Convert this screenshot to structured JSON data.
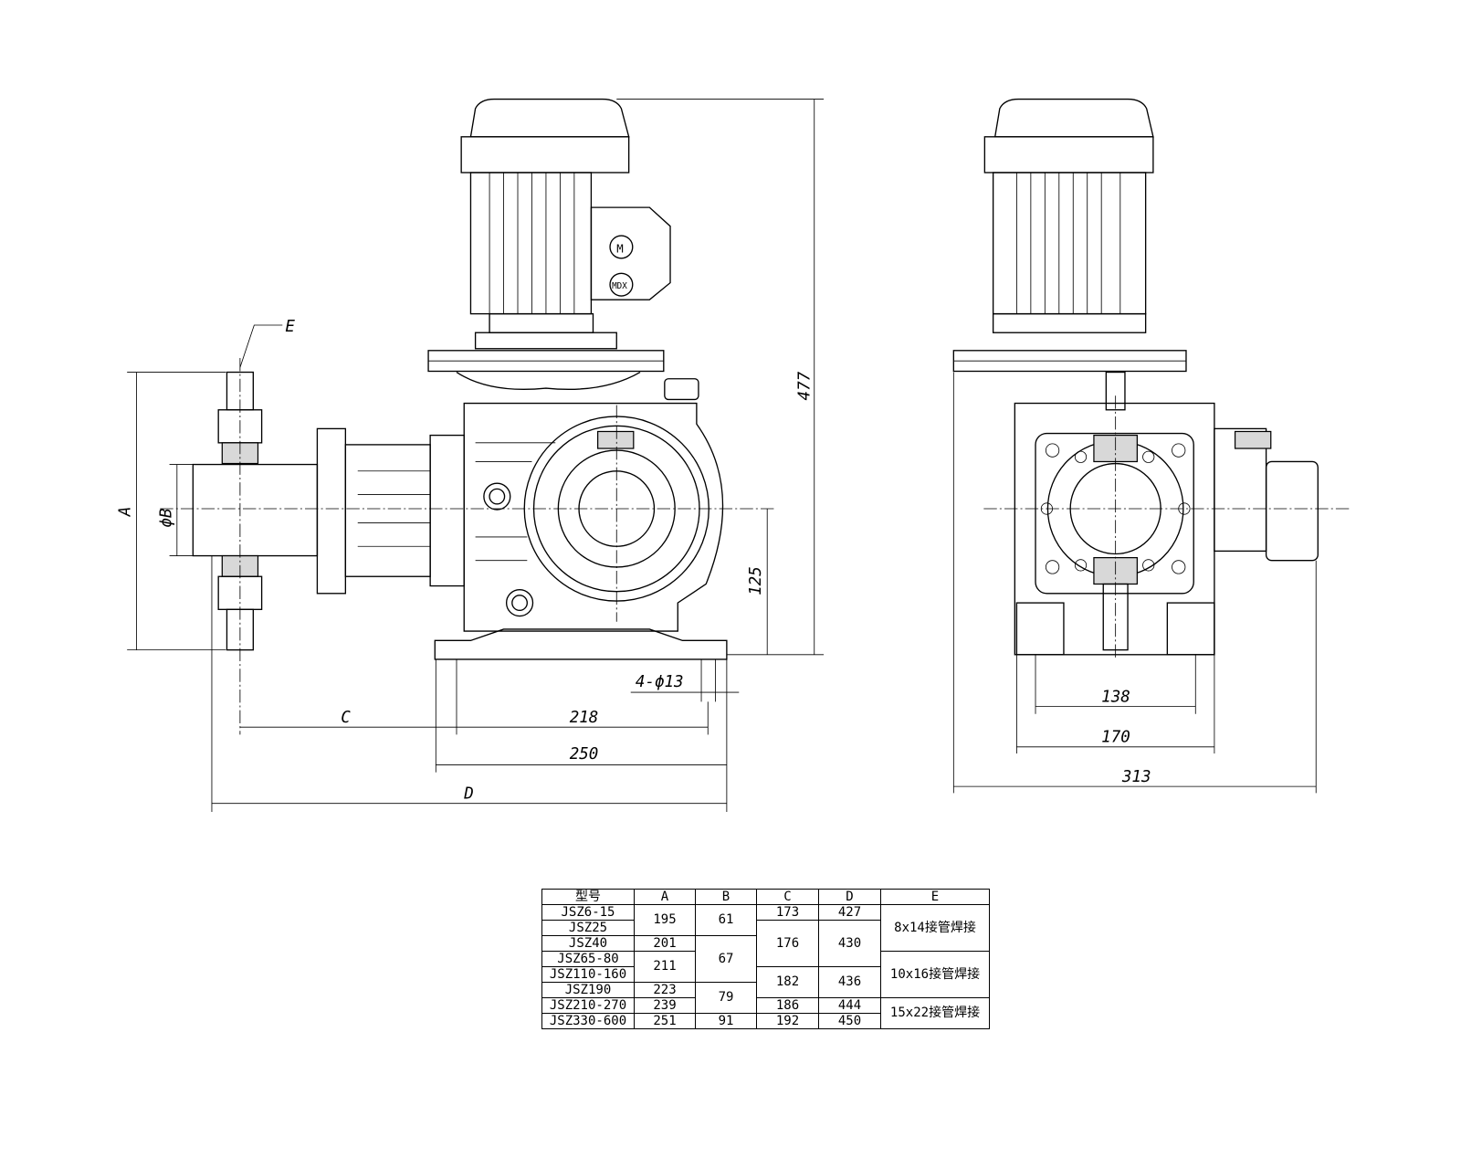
{
  "drawing": {
    "front_view": {
      "labels": {
        "E": "E",
        "A": "A",
        "B": "ϕB",
        "height": "477",
        "center_height": "125",
        "holes": "4-ϕ13",
        "C": "C",
        "foot_holes_span": "218",
        "base_length": "250",
        "D": "D"
      },
      "motor_badges": [
        "M",
        "MDX"
      ]
    },
    "side_view": {
      "labels": {
        "inner_width": "138",
        "base_width": "170",
        "overall_width": "313"
      }
    }
  },
  "table": {
    "headers": [
      "型号",
      "A",
      "B",
      "C",
      "D",
      "E"
    ],
    "models": [
      "JSZ6-15",
      "JSZ25",
      "JSZ40",
      "JSZ65-80",
      "JSZ110-160",
      "JSZ190",
      "JSZ210-270",
      "JSZ330-600"
    ],
    "A": [
      "195",
      "201",
      "211",
      "223",
      "239",
      "251"
    ],
    "B": [
      "61",
      "67",
      "79",
      "91"
    ],
    "C": [
      "173",
      "176",
      "182",
      "186",
      "192"
    ],
    "D": [
      "427",
      "430",
      "436",
      "444",
      "450"
    ],
    "E": [
      "8x14接管焊接",
      "10x16接管焊接",
      "15x22接管焊接"
    ]
  }
}
